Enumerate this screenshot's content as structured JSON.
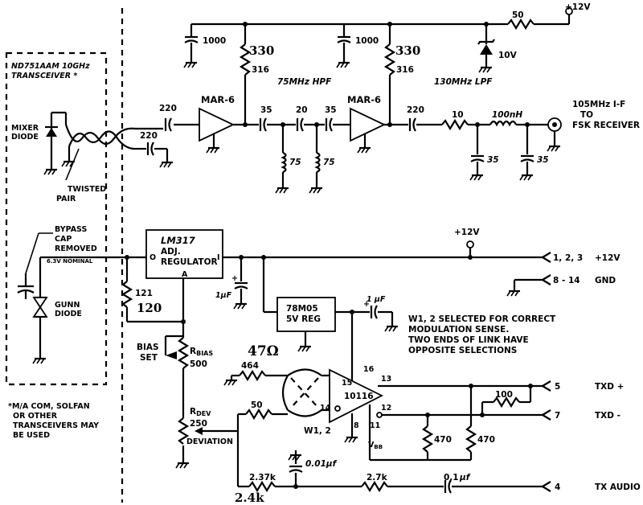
{
  "transceiver": {
    "title_line1": "ND751AAM 10GHz",
    "title_line2": "TRANSCEIVER *",
    "mixer_diode_l1": "MIXER",
    "mixer_diode_l2": "DIODE",
    "twisted_pair_l1": "TWISTED",
    "twisted_pair_l2": "PAIR",
    "bypass_l1": "BYPASS",
    "bypass_l2": "CAP",
    "bypass_l3": "REMOVED",
    "nominal": "6.3V NOMINAL",
    "gunn_l1": "GUNN",
    "gunn_l2": "DIODE",
    "footnote_l1": "*M/A COM, SOLFAN",
    "footnote_l2": "OR OTHER",
    "footnote_l3": "TRANSCEIVERS MAY",
    "footnote_l4": "BE USED"
  },
  "if_chain": {
    "c_in1": "220",
    "c_in2": "220",
    "amp1": "MAR-6",
    "amp2": "MAR-6",
    "c_bypass1": "1000",
    "c_bypass2": "1000",
    "r_bias1": "316",
    "r_bias2": "316",
    "hw_330_a": "330",
    "hw_330_b": "330",
    "hpf_label": "75MHz HPF",
    "lpf_label": "130MHz LPF",
    "c35_a": "35",
    "c20": "20",
    "c35_b": "35",
    "l75_a": "75",
    "l75_b": "75",
    "c_out": "220",
    "r10": "10",
    "l100": "100nH",
    "c35_c": "35",
    "c35_d": "35",
    "r50": "50",
    "zener": "10V",
    "supply": "+12V",
    "output_l1": "105MHz I-F",
    "output_l2": "TO",
    "output_l3": "FSK RECEIVER"
  },
  "power": {
    "reg_l1": "LM317",
    "reg_l2": "ADJ.",
    "reg_l3": "REGULATOR",
    "pin_o": "O",
    "pin_i": "I",
    "pin_a": "A",
    "r121": "121",
    "hw_120": "120",
    "cap1uf": "1μF",
    "supply": "+12V",
    "pins_123": "1, 2, 3",
    "pins_123_label": "+12V",
    "pins_gnd": "8 - 14",
    "pins_gnd_label": "GND",
    "v5reg_l1": "78M05",
    "v5reg_l2": "5V REG",
    "cap1uf_b": "1 μF",
    "plus": "+"
  },
  "notes": {
    "line1": "W1, 2 SELECTED FOR CORRECT",
    "line2": "MODULATION SENSE.",
    "line3": "TWO ENDS OF LINK HAVE",
    "line4": "OPPOSITE SELECTIONS"
  },
  "modulator": {
    "bias_set_l1": "BIAS",
    "bias_set_l2": "SET",
    "rbias_r": "R",
    "rbias_sub": "BIAS",
    "rbias_val": "500",
    "rdev_r": "R",
    "rdev_sub": "DEV",
    "rdev_val": "250",
    "deviation": "DEVIATION",
    "hw_47": "47Ω",
    "r464": "464",
    "r50": "50",
    "w12": "W1, 2",
    "ic": "10116",
    "pin15": "15",
    "pin14": "14",
    "pin16": "16",
    "pin13": "13",
    "pin12": "12",
    "pin8": "8",
    "pin11": "11",
    "vbb": "V",
    "vbb_sub": "BB",
    "r470_a": "470",
    "r470_b": "470",
    "r100": "100",
    "c001": "0.01μf",
    "r237": "2.37k",
    "hw_24k": "2.4k",
    "r27": "2.7k",
    "c01": "0.1",
    "c01_unit": "μf"
  },
  "connectors": {
    "txd_plus_pin": "5",
    "txd_plus": "TXD +",
    "txd_minus_pin": "7",
    "txd_minus": "TXD -",
    "tx_audio_pin": "4",
    "tx_audio": "TX AUDIO"
  }
}
